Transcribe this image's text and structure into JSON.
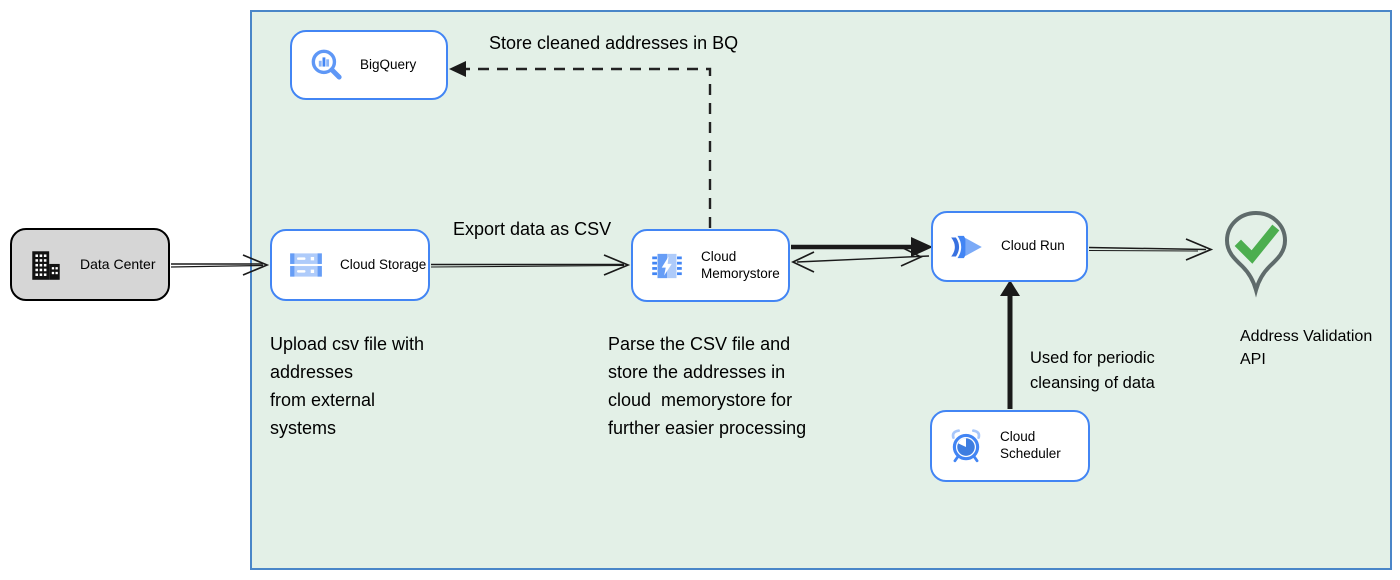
{
  "nodes": {
    "data_center": {
      "label": "Data Center",
      "icon": "building-icon"
    },
    "bigquery": {
      "label": "BigQuery",
      "icon": "bigquery-magnifier-icon"
    },
    "cloud_storage": {
      "label": "Cloud Storage",
      "icon": "storage-buckets-icon"
    },
    "cloud_memorystore": {
      "label": "Cloud Memorystore",
      "icon": "memorystore-chip-icon"
    },
    "cloud_run": {
      "label": "Cloud Run",
      "icon": "cloud-run-chevron-icon"
    },
    "cloud_scheduler": {
      "label": "Cloud Scheduler",
      "icon": "scheduler-clock-icon"
    },
    "address_validation_api": {
      "label": "Address Validation API",
      "icon": "map-pin-check-icon"
    }
  },
  "annotations": {
    "store_bq": "Store cleaned addresses in BQ",
    "export_csv": "Export data as CSV",
    "upload_note": "Upload csv file with\naddresses\nfrom external\nsystems",
    "parse_note": "Parse the CSV file and\nstore the addresses in\ncloud  memorystore for\nfurther easier processing",
    "scheduler_note": "Used for periodic\ncleansing of data"
  },
  "edges": [
    {
      "from": "data_center",
      "to": "cloud_storage",
      "style": "thin-open"
    },
    {
      "from": "cloud_storage",
      "to": "cloud_memorystore",
      "style": "thin-open",
      "label": "Export data as CSV"
    },
    {
      "from": "cloud_memorystore",
      "to": "cloud_run",
      "style": "thick-solid"
    },
    {
      "from": "cloud_run",
      "to": "cloud_memorystore",
      "style": "thin-open"
    },
    {
      "from": "cloud_run",
      "to": "address_validation_api",
      "style": "thin-open"
    },
    {
      "from": "cloud_scheduler",
      "to": "cloud_run",
      "style": "thick-solid",
      "label": "Used for periodic cleansing of data"
    },
    {
      "from": "cloud_memorystore",
      "to": "bigquery",
      "style": "dashed-solid-head",
      "label": "Store cleaned addresses in BQ"
    }
  ],
  "colors": {
    "boundary_fill": "#e3f0e7",
    "boundary_border": "#4a86c8",
    "node_border": "#4285f4",
    "node_fill": "#ffffff",
    "data_center_fill": "#d6d6d6",
    "data_center_border": "#000000",
    "arrow": "#1a1a1a",
    "icon_blue": "#4285f4",
    "icon_light_blue": "#aecbfa",
    "icon_mid_blue": "#669df6",
    "pin_outline": "#5f6b6b",
    "check_green": "#4cae4f"
  }
}
